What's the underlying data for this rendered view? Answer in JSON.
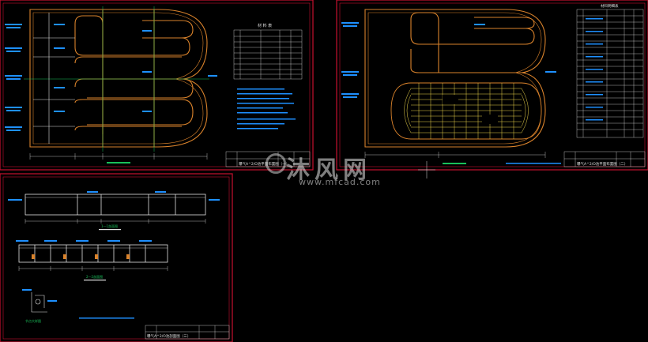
{
  "colors": {
    "background": "#000000",
    "frame": "#c8102e",
    "pipe": "#d9822b",
    "label": "#1e90ff",
    "wall": "#e0e0e0",
    "hatch": "#e8d24a",
    "green": "#19c05a",
    "watermark": "#e6e6e6"
  },
  "watermark": {
    "chinese": "沐风网",
    "url": "www.mfcad.com"
  },
  "sheet1": {
    "title_block": "曝气A^2/O池平面布置图（一）",
    "table_title": "材 料 表"
  },
  "sheet2": {
    "title_block": "曝气A^2/O池平面布置图（二）",
    "table_title": "材料明细表"
  },
  "sheet3": {
    "title_block": "曝气A^2/O池剖面图（三）",
    "section_1": "1—1剖面图",
    "section_2": "2—2剖面图",
    "detail": "节点大样图"
  }
}
